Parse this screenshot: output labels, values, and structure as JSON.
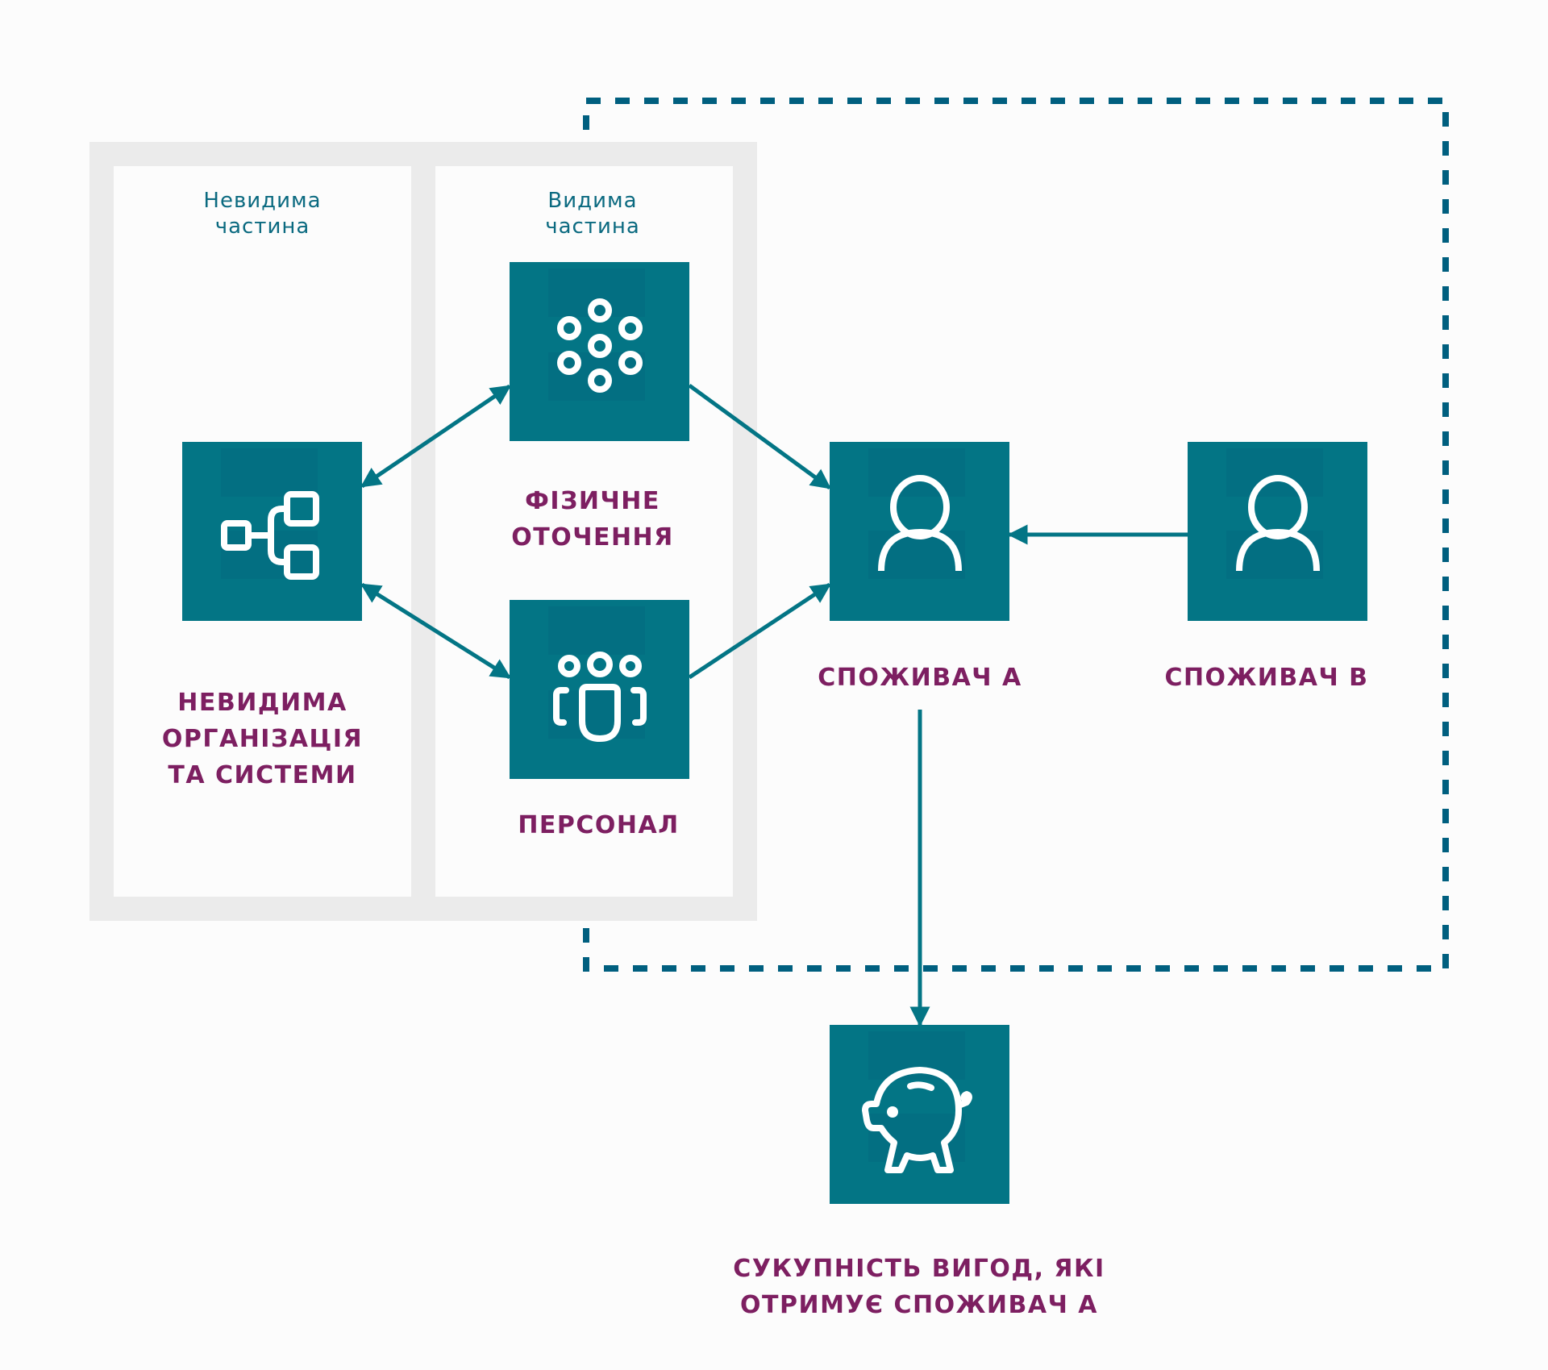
{
  "sections": {
    "invisible": {
      "line1": "Невидима",
      "line2": "частина"
    },
    "visible": {
      "line1": "Видима",
      "line2": "частина"
    }
  },
  "nodes": {
    "organization": {
      "icon": "org-chart-icon",
      "lines": [
        "НЕВИДИМА",
        "ОРГАНІЗАЦІЯ",
        "ТА СИСТЕМИ"
      ]
    },
    "physical": {
      "icon": "dots-cluster-icon",
      "lines": [
        "ФІЗИЧНЕ",
        "ОТОЧЕННЯ"
      ]
    },
    "personnel": {
      "icon": "group-icon",
      "lines": [
        "ПЕРСОНАЛ"
      ]
    },
    "consumer_a": {
      "icon": "user-icon",
      "lines": [
        "СПОЖИВАЧ А"
      ]
    },
    "consumer_b": {
      "icon": "user-icon",
      "lines": [
        "СПОЖИВАЧ В"
      ]
    },
    "benefits": {
      "icon": "piggy-bank-icon",
      "lines": [
        "СУКУПНІСТЬ ВИГОД, ЯКІ",
        "ОТРИМУЄ СПОЖИВАЧ А"
      ]
    }
  },
  "connections": [
    {
      "from": "organization",
      "to": "physical",
      "type": "bidirectional"
    },
    {
      "from": "organization",
      "to": "personnel",
      "type": "bidirectional"
    },
    {
      "from": "physical",
      "to": "consumer_a",
      "type": "directed"
    },
    {
      "from": "personnel",
      "to": "consumer_a",
      "type": "directed"
    },
    {
      "from": "consumer_b",
      "to": "consumer_a",
      "type": "directed"
    },
    {
      "from": "consumer_a",
      "to": "benefits",
      "type": "directed"
    }
  ],
  "colors": {
    "node_fill": "#037585",
    "arrow": "#037585",
    "dashed_border": "#005f7f",
    "title_text": "#7d1f61",
    "section_text": "#0b6a80",
    "frame": "#ebebeb",
    "background": "#fcfcfc"
  }
}
